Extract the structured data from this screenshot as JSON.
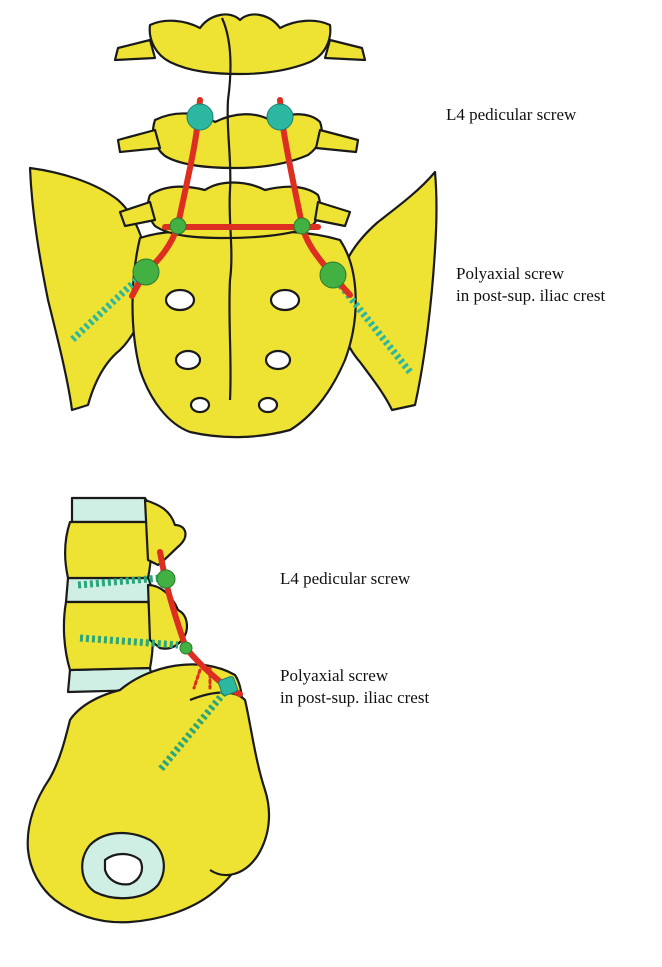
{
  "colors": {
    "bone": "#eee233",
    "outline": "#1a1a1a",
    "rod": "#dc2f22",
    "screw_head": "#43b043",
    "screw_head_alt": "#2cb7a0",
    "screw_thread": "#2aa77a",
    "disc": "#cfeee4"
  },
  "top_figure": {
    "label_l4": "L4 pedicular screw",
    "label_polyaxial_1": "Polyaxial screw",
    "label_polyaxial_2": "in post-sup. iliac crest"
  },
  "bottom_figure": {
    "label_l4": "L4 pedicular screw",
    "label_polyaxial_1": "Polyaxial screw",
    "label_polyaxial_2": "in post-sup. iliac crest"
  }
}
